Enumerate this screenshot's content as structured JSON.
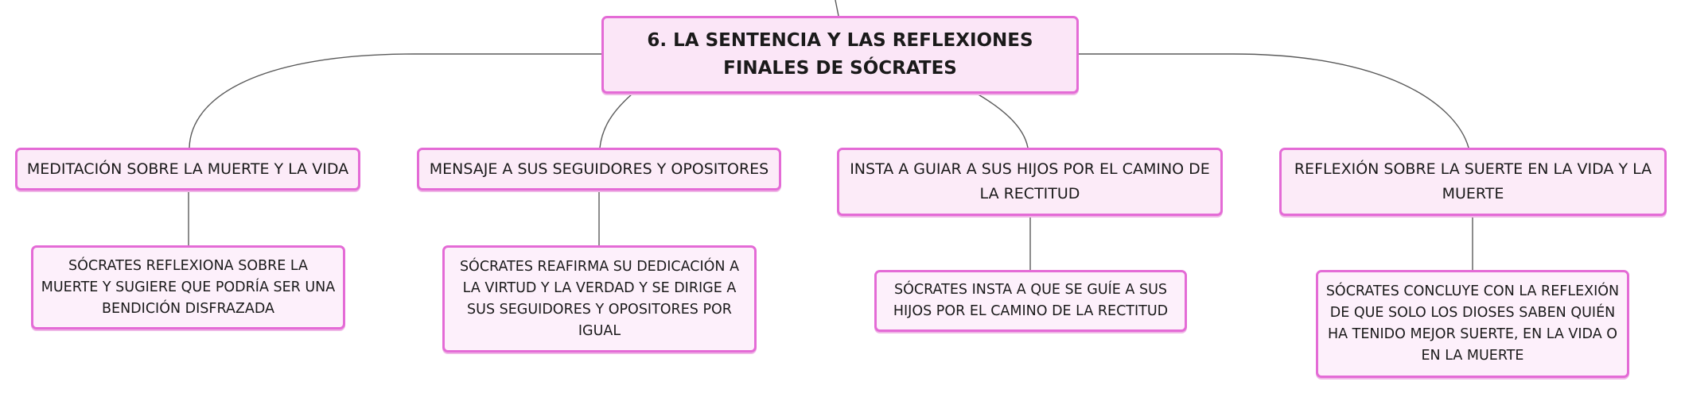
{
  "root": {
    "title": "6. LA SENTENCIA Y LAS REFLEXIONES FINALES DE SÓCRATES"
  },
  "topics": [
    {
      "label": "MEDITACIÓN SOBRE LA MUERTE Y LA VIDA",
      "detail": "SÓCRATES REFLEXIONA SOBRE LA MUERTE Y SUGIERE QUE PODRÍA SER UNA BENDICIÓN DISFRAZADA"
    },
    {
      "label": "MENSAJE A SUS SEGUIDORES Y OPOSITORES",
      "detail": "SÓCRATES REAFIRMA SU DEDICACIÓN A LA VIRTUD Y LA VERDAD Y SE DIRIGE A SUS SEGUIDORES Y OPOSITORES POR IGUAL"
    },
    {
      "label": "INSTA A GUIAR A SUS HIJOS POR EL CAMINO DE LA RECTITUD",
      "detail": "SÓCRATES INSTA A QUE SE GUÍE A SUS HIJOS POR EL CAMINO DE LA RECTITUD"
    },
    {
      "label": "REFLEXIÓN SOBRE LA SUERTE EN LA VIDA Y LA MUERTE",
      "detail": "SÓCRATES CONCLUYE CON LA REFLEXIÓN DE QUE SOLO LOS DIOSES SABEN QUIÉN HA TENIDO MEJOR SUERTE, EN LA VIDA O EN LA MUERTE"
    }
  ]
}
